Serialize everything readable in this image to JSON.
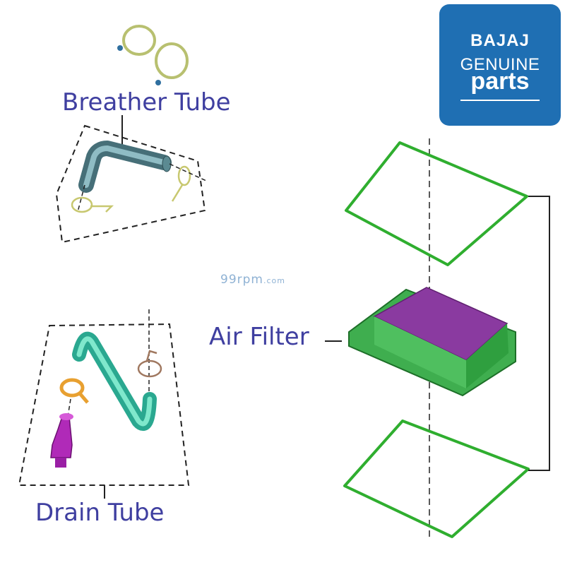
{
  "labels": {
    "breather_tube": "Breather Tube",
    "drain_tube": "Drain Tube",
    "air_filter": "Air Filter"
  },
  "logo": {
    "line1": "BAJAJ",
    "line2": "GENUINE",
    "line3": "parts",
    "background": "#1f6fb3"
  },
  "watermark": {
    "main": "99rpm",
    "suffix": ".com"
  },
  "colors": {
    "label_text": "#3f3fa0",
    "filter_frame": "#2fae2f",
    "filter_body": "#3fae4f",
    "filter_element": "#8a3aa0",
    "breather_tube": "#5b8a92",
    "drain_tube": "#3fcfa8",
    "drain_plug": "#b02ab8",
    "clamp_orange": "#e8a030",
    "clamp_yellow": "#c8c860"
  },
  "icons": [
    "breather-tube-icon",
    "drain-tube-icon",
    "air-filter-icon",
    "hose-clamp-icon",
    "drain-plug-icon",
    "filter-gasket-icon"
  ]
}
